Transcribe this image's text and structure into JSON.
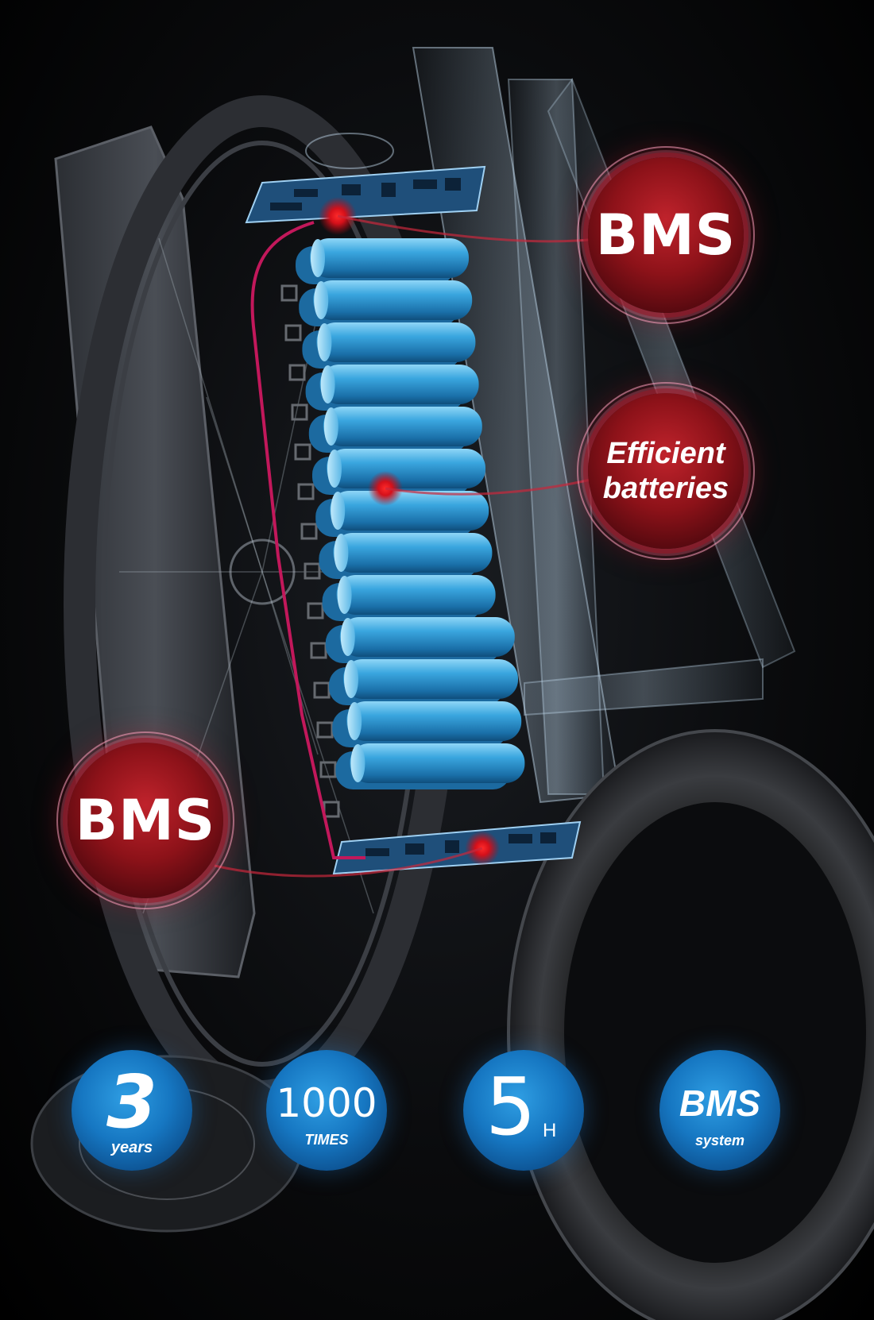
{
  "callouts": {
    "bms_top": "BMS",
    "efficient": "Efficient batteries",
    "bms_left": "BMS"
  },
  "badges": [
    {
      "big": "3",
      "small": "years"
    },
    {
      "big": "1000",
      "small": "TIMES"
    },
    {
      "big": "5",
      "small": "H"
    },
    {
      "big": "BMS",
      "small": "system"
    }
  ],
  "colors": {
    "battery_cell": "#3aa6df",
    "callout_red": "#b01c26",
    "badge_blue": "#1677c2",
    "wire": "#c2185b"
  }
}
